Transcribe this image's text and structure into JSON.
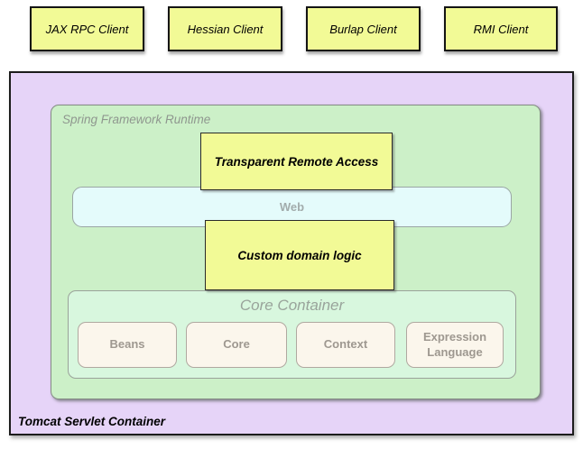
{
  "clients": [
    {
      "label": "JAX RPC Client"
    },
    {
      "label": "Hessian Client"
    },
    {
      "label": "Burlap Client"
    },
    {
      "label": "RMI Client"
    }
  ],
  "tomcat": {
    "label": "Tomcat Servlet Container",
    "spring_runtime": {
      "label": "Spring Framework Runtime",
      "transparent_remote_access": "Transparent Remote Access",
      "web": "Web",
      "custom_domain_logic": "Custom domain logic",
      "core_container": {
        "title": "Core Container",
        "modules": [
          "Beans",
          "Core",
          "Context",
          "Expression Language"
        ]
      }
    }
  },
  "colors": {
    "client_box_fill": "#f2fa96",
    "tomcat_fill": "#e6d4f8",
    "spring_runtime_fill": "#ccf0c8",
    "web_fill": "#e4fbfb",
    "core_container_fill": "#d8f7de",
    "module_fill": "#fbf6ec",
    "box_border_dark": "#1c1c1c",
    "muted_text": "#9e9890"
  }
}
